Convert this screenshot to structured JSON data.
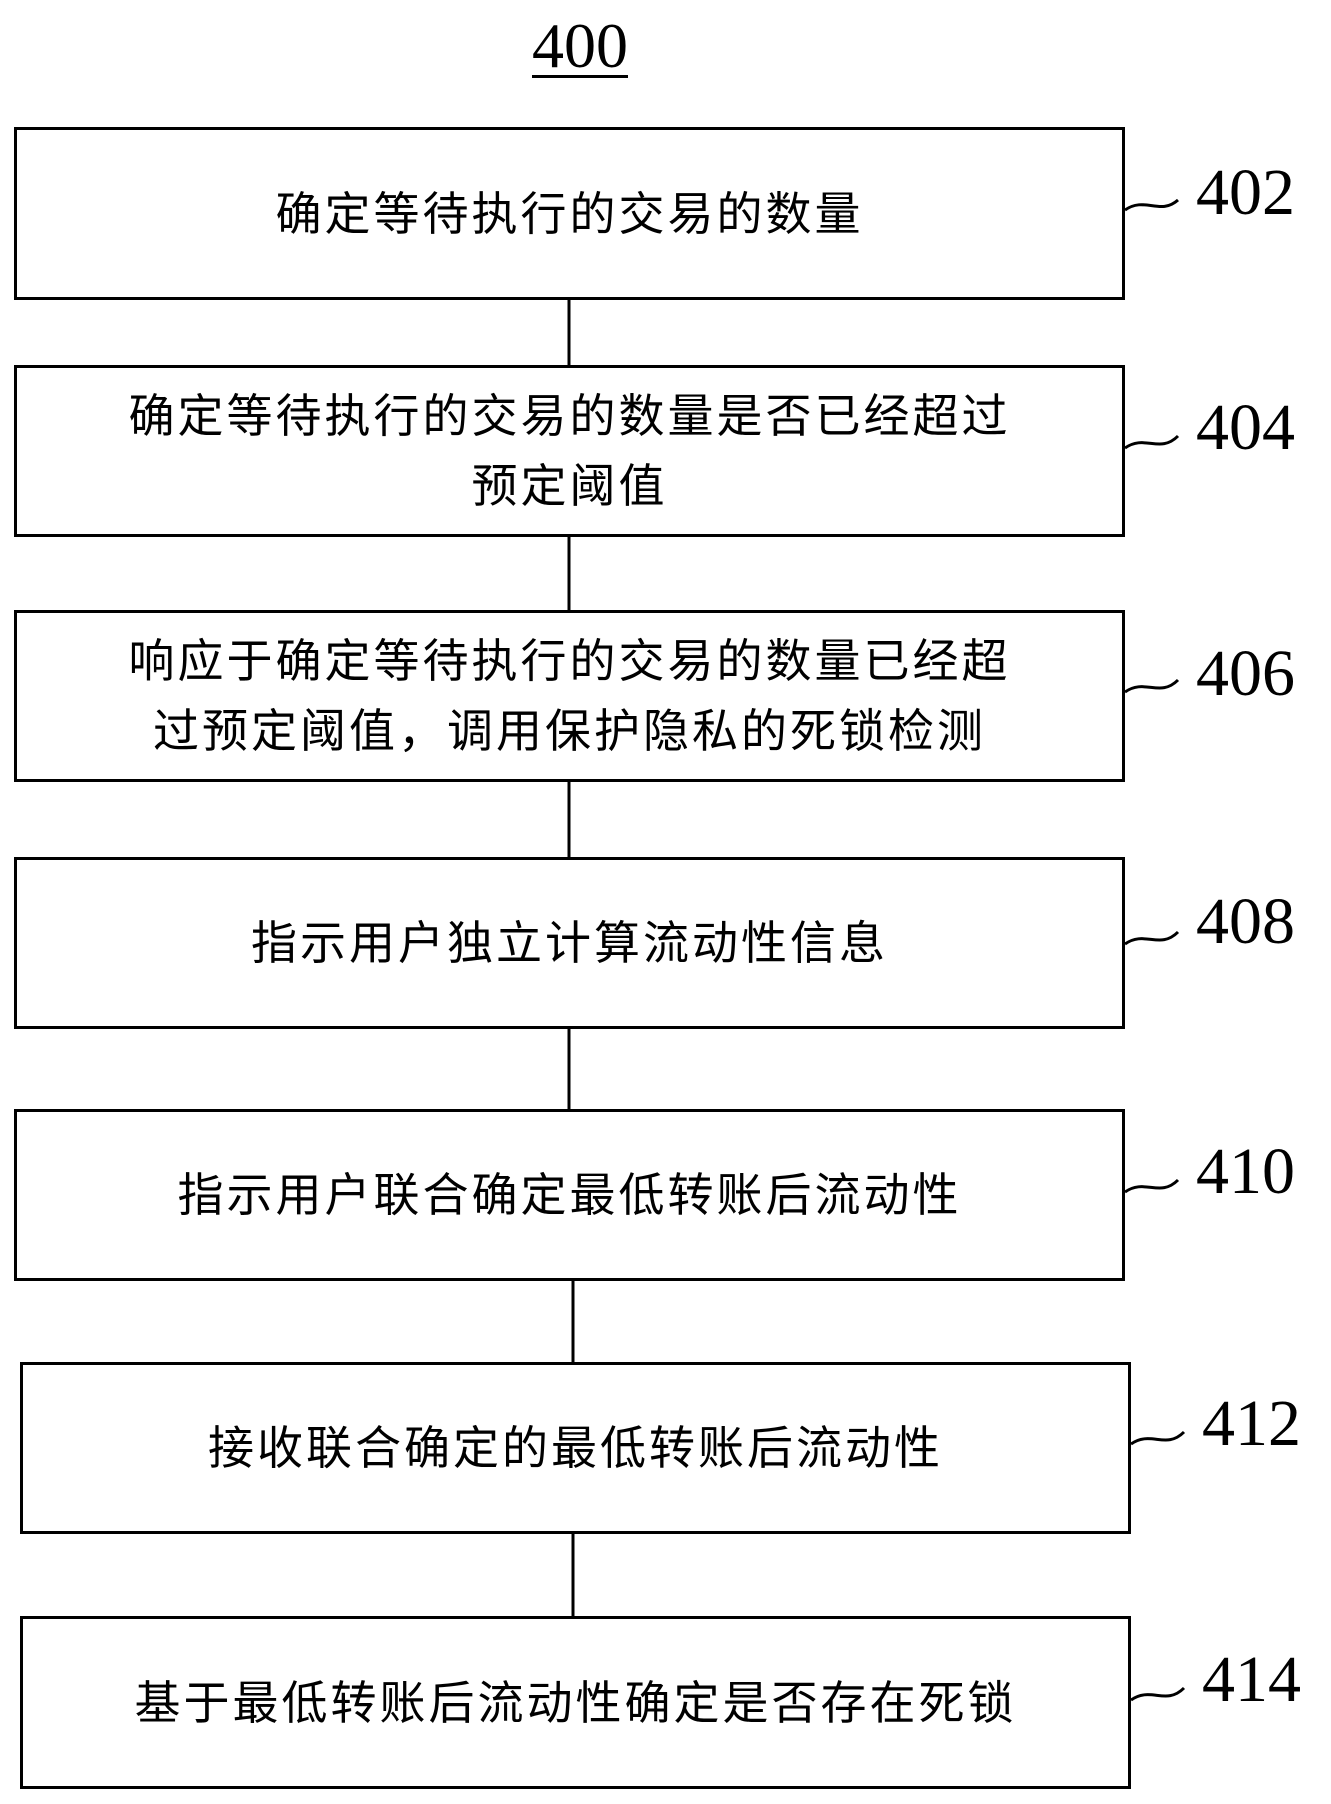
{
  "figure": {
    "number": "400"
  },
  "steps": [
    {
      "ref": "402",
      "text": "确定等待执行的交易的数量"
    },
    {
      "ref": "404",
      "text": "确定等待执行的交易的数量是否已经超过\n预定阈值"
    },
    {
      "ref": "406",
      "text": "响应于确定等待执行的交易的数量已经超\n过预定阈值，调用保护隐私的死锁检测"
    },
    {
      "ref": "408",
      "text": "指示用户独立计算流动性信息"
    },
    {
      "ref": "410",
      "text": "指示用户联合确定最低转账后流动性"
    },
    {
      "ref": "412",
      "text": "接收联合确定的最低转账后流动性"
    },
    {
      "ref": "414",
      "text": "基于最低转账后流动性确定是否存在死锁"
    }
  ]
}
